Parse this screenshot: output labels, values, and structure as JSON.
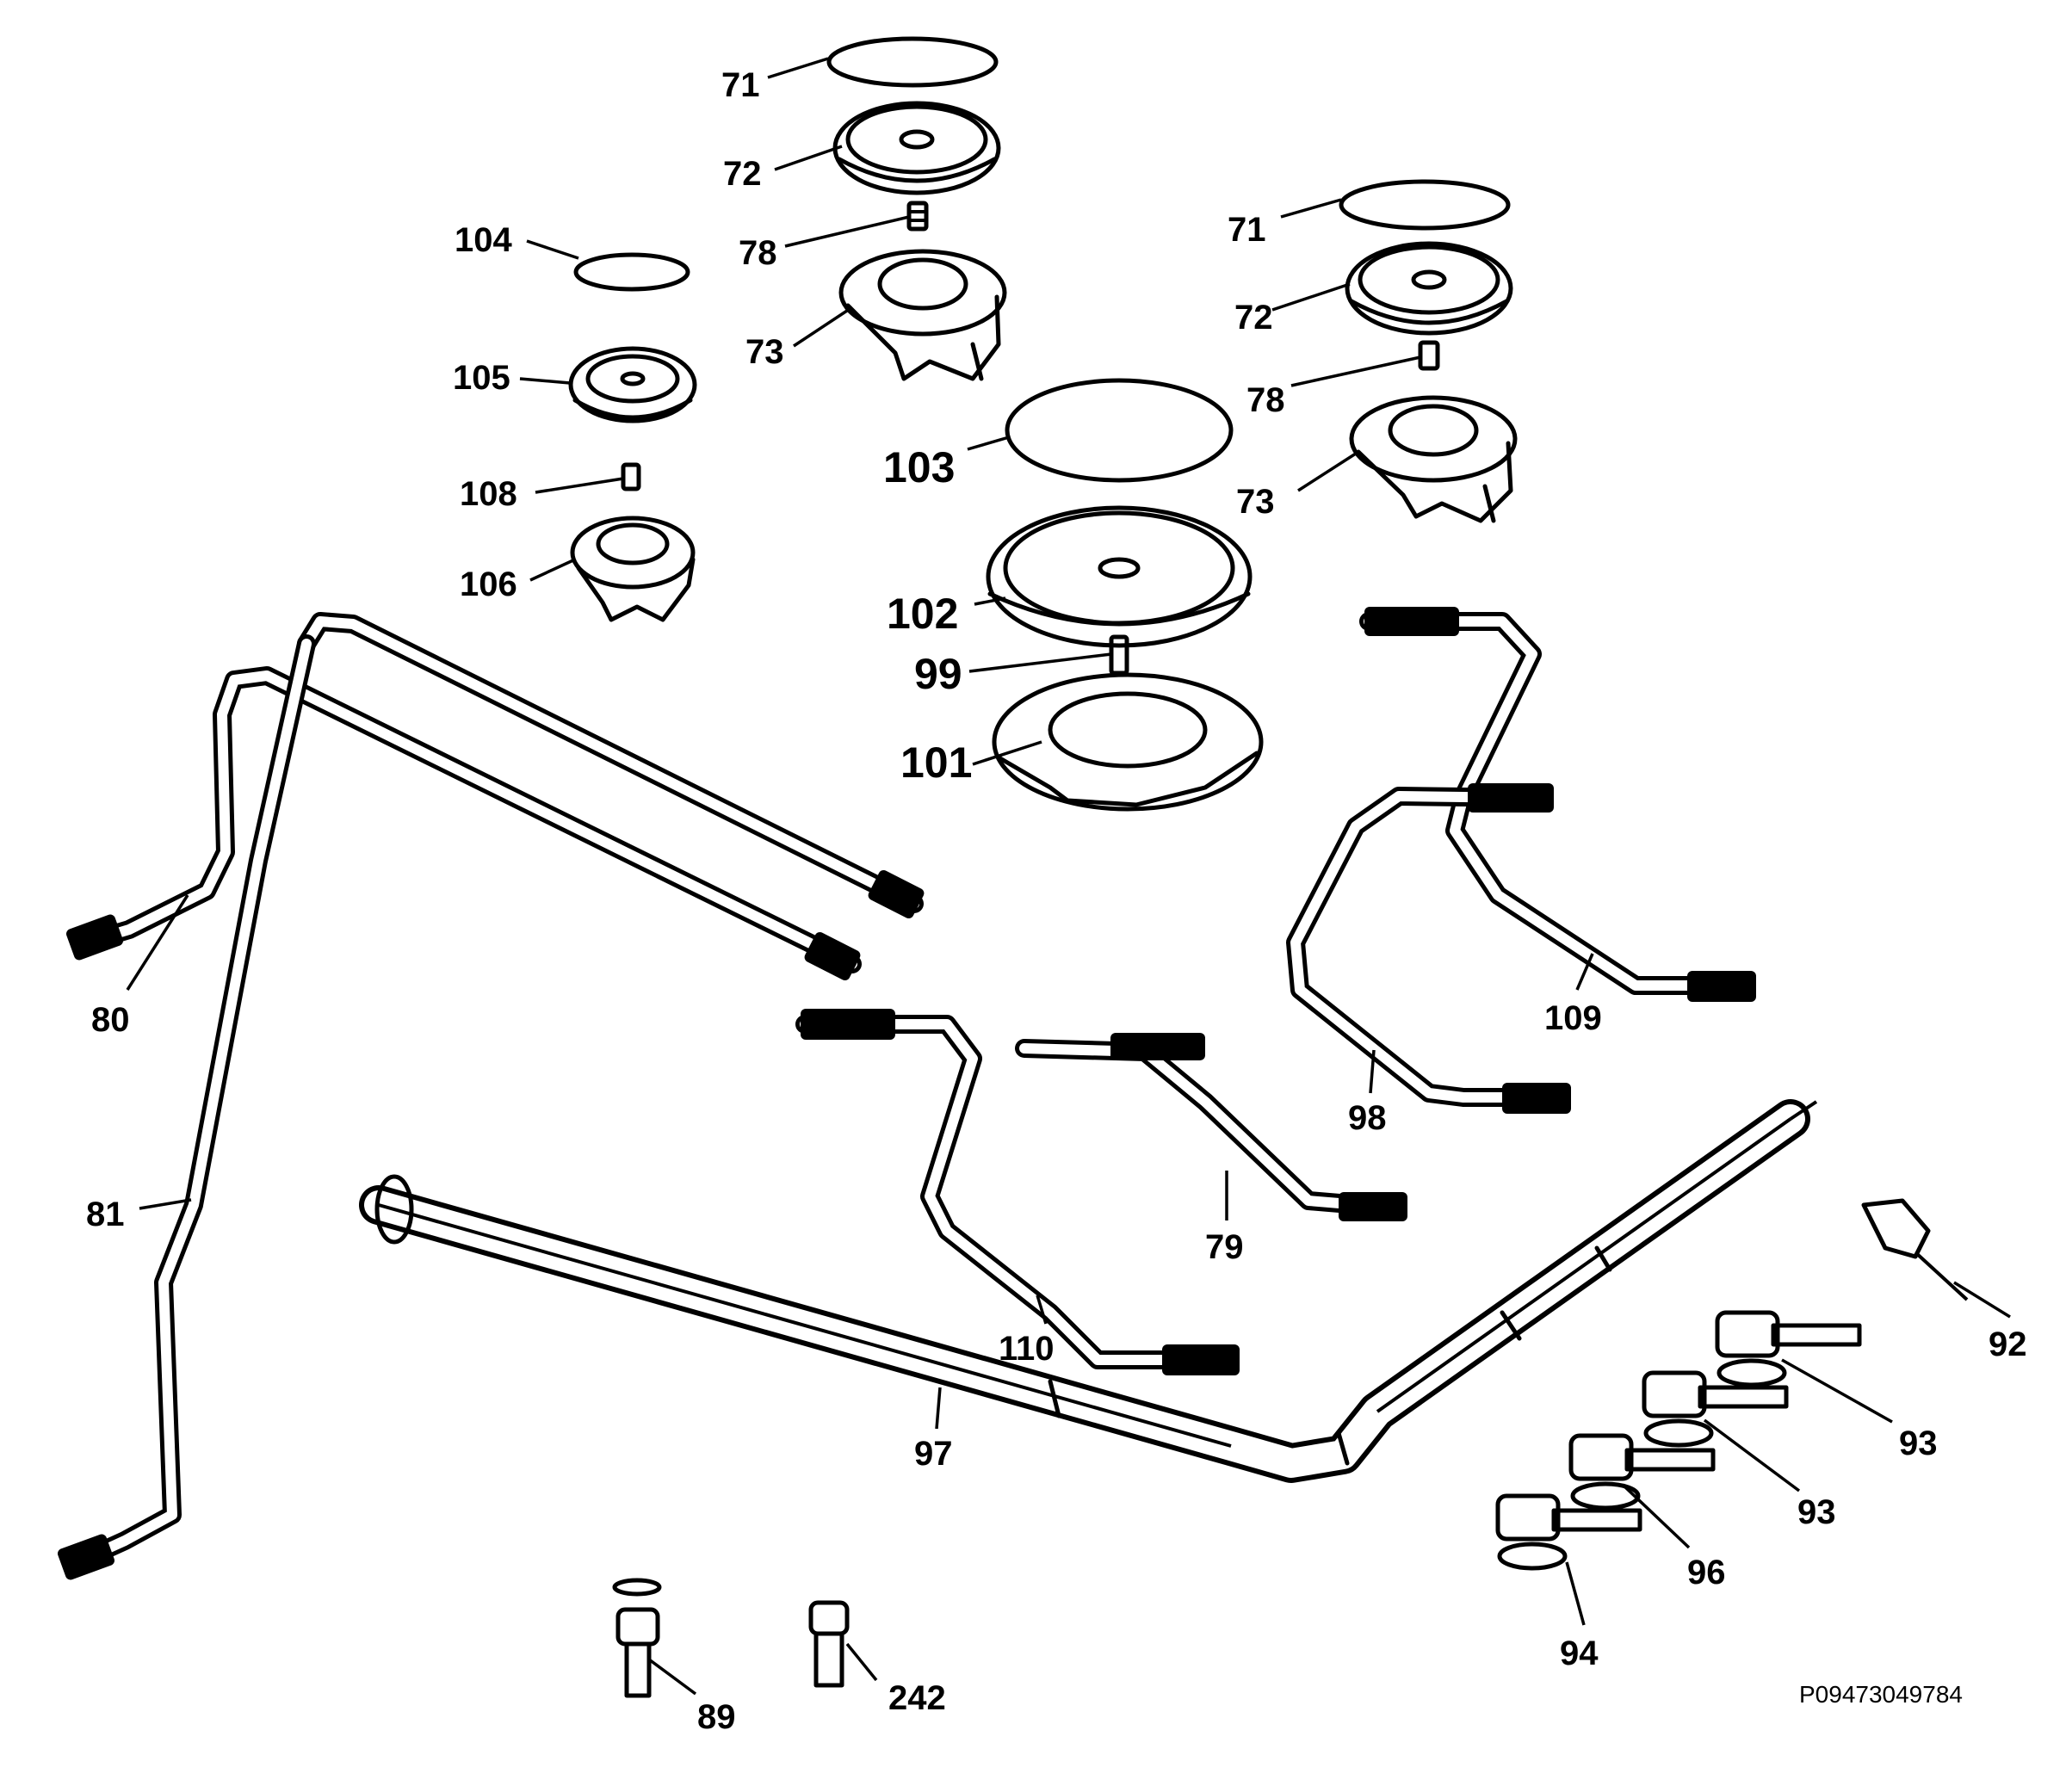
{
  "labels": {
    "l71a": "71",
    "l72a": "72",
    "l78a": "78",
    "l73a": "73",
    "l104": "104",
    "l105": "105",
    "l108": "108",
    "l106": "106",
    "l71b": "71",
    "l72b": "72",
    "l78b": "78",
    "l73b": "73",
    "l103": "103",
    "l102": "102",
    "l99": "99",
    "l101": "101",
    "l109": "109",
    "l80": "80",
    "l98": "98",
    "l81": "81",
    "l79": "79",
    "l92": "92",
    "l110": "110",
    "l93a": "93",
    "l97": "97",
    "l93b": "93",
    "l96": "96",
    "l94": "94",
    "l89": "89",
    "l242": "242"
  },
  "drawing_code": "P09473049784"
}
